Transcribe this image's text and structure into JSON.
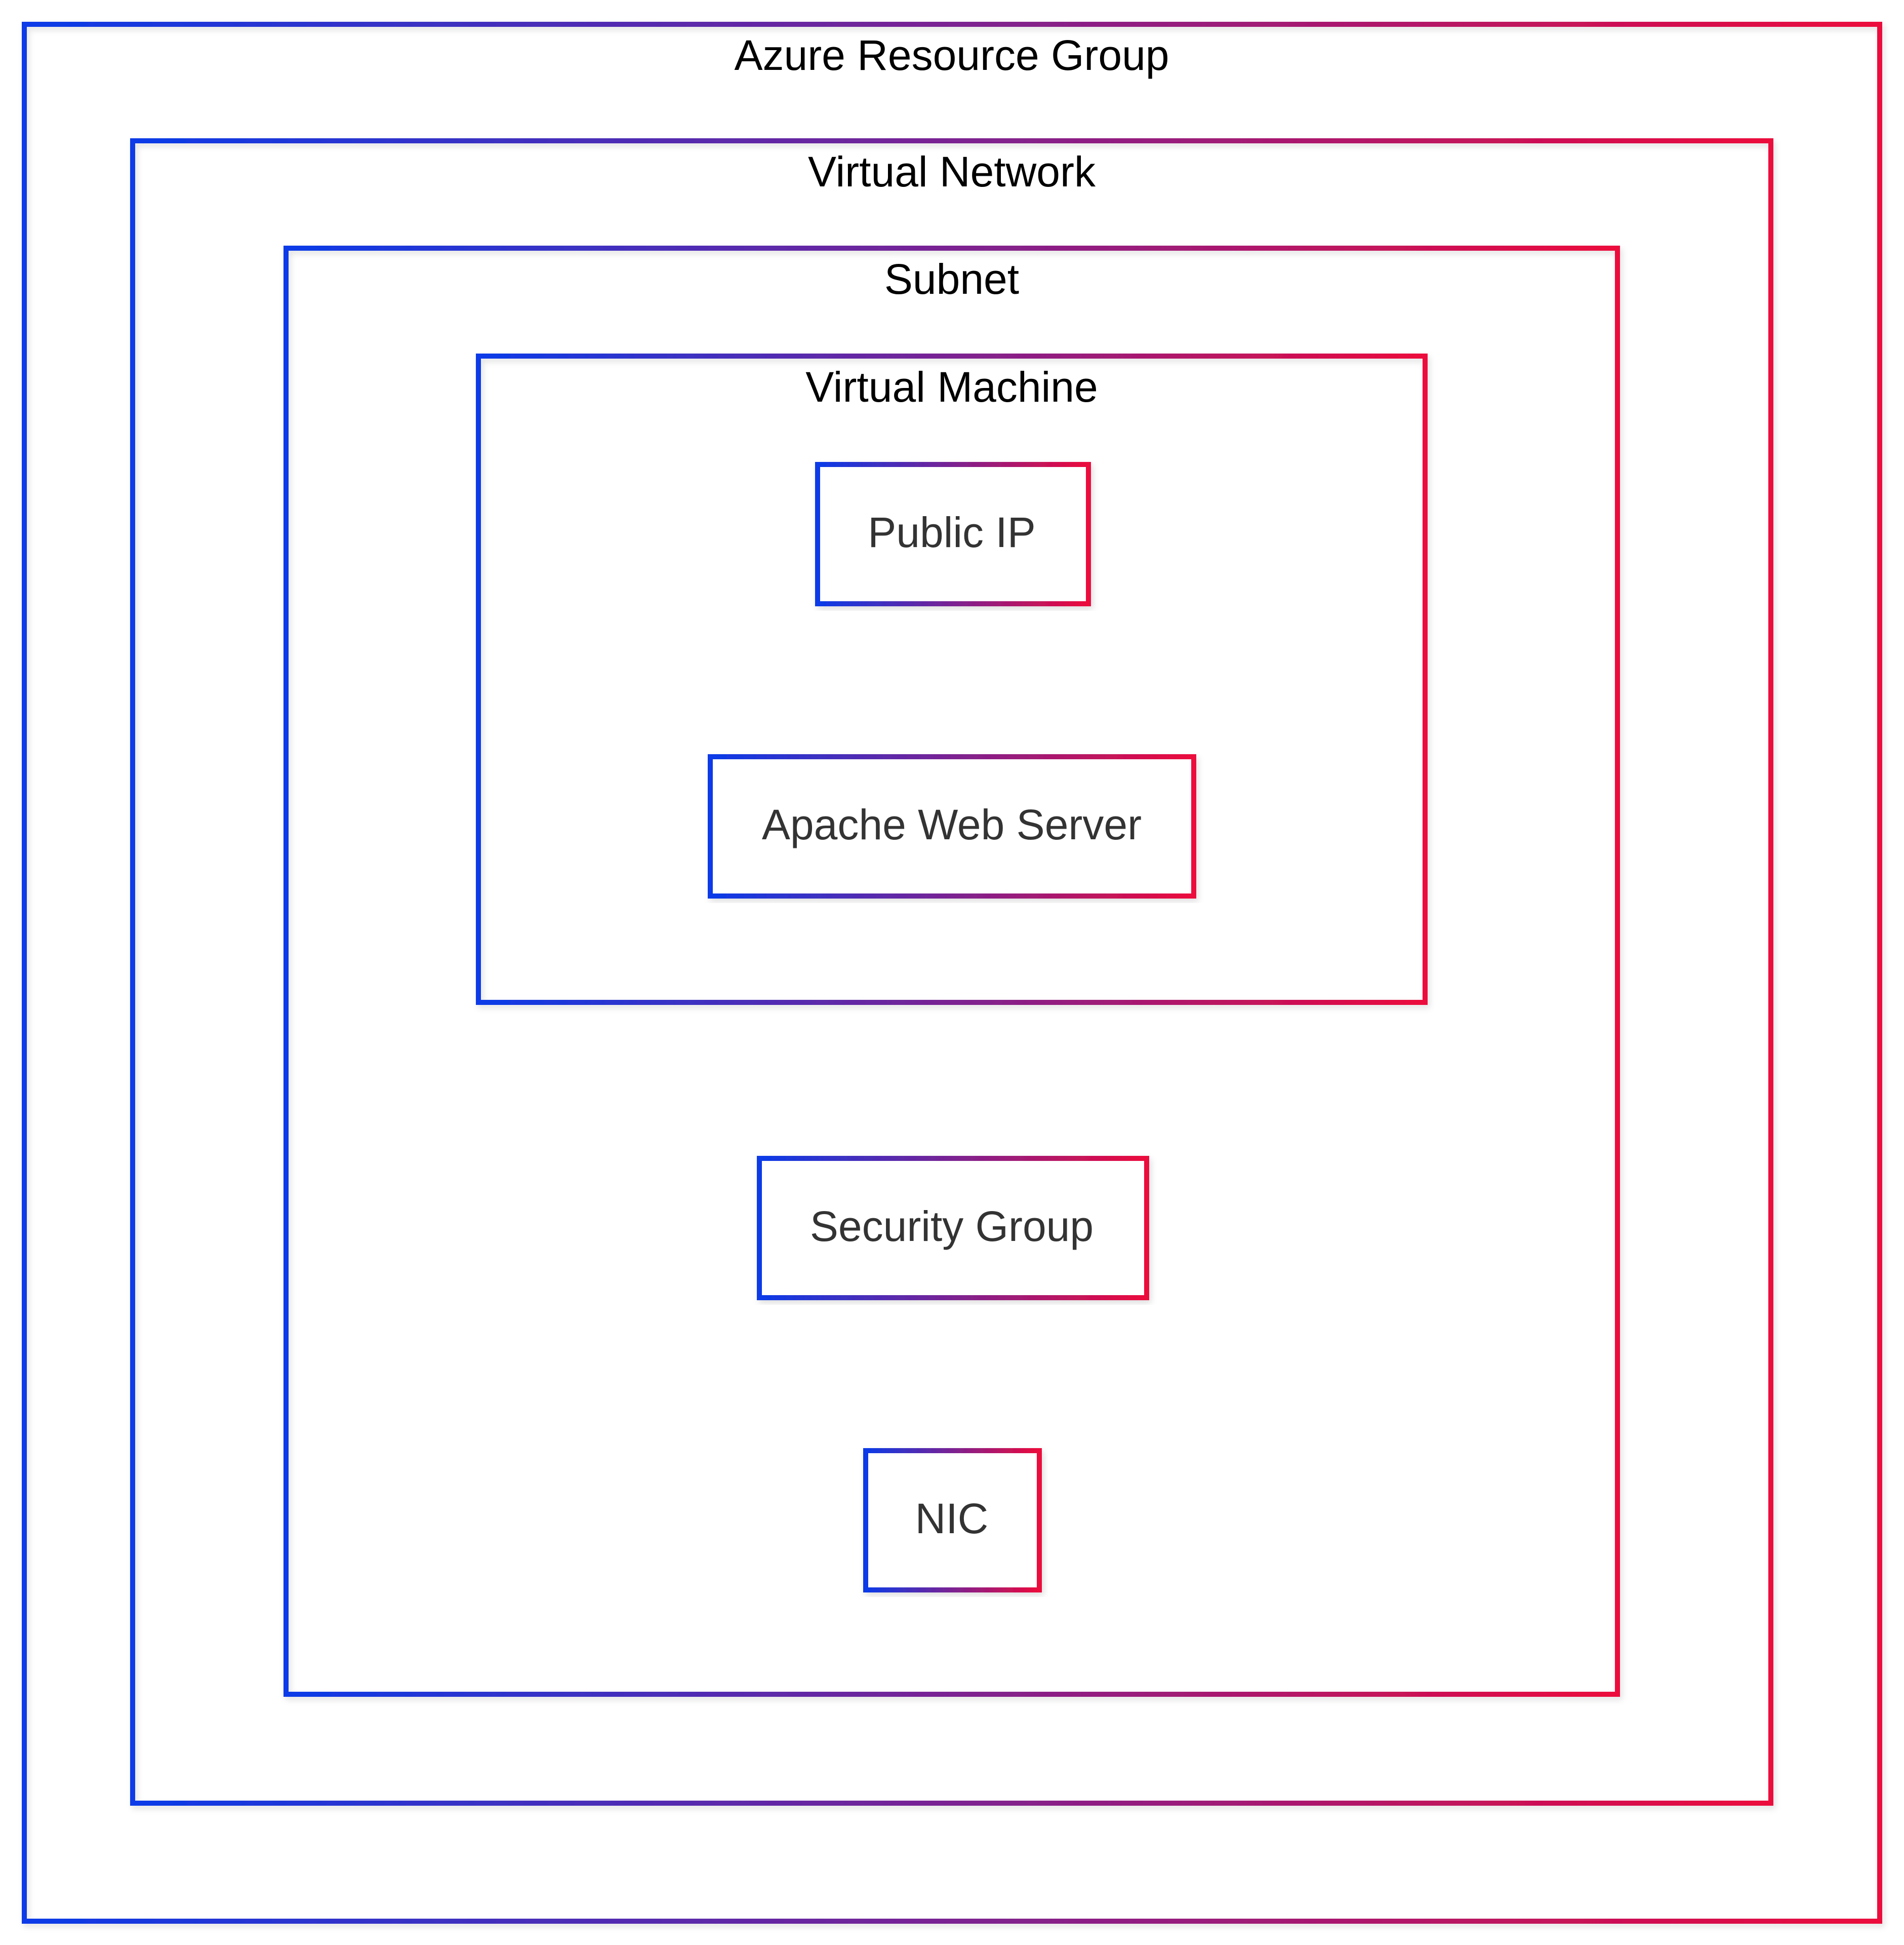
{
  "diagram": {
    "colors": {
      "gradient_start": "#0a3be8",
      "gradient_end": "#ec0a3c",
      "cluster_title": "#000000",
      "node_text": "#333333",
      "background": "#ffffff"
    },
    "clusters": {
      "resource_group": "Azure Resource Group",
      "virtual_network": "Virtual Network",
      "subnet": "Subnet",
      "virtual_machine": "Virtual Machine"
    },
    "nodes": {
      "public_ip": "Public IP",
      "apache_web_server": "Apache Web Server",
      "security_group": "Security Group",
      "nic": "NIC"
    }
  }
}
